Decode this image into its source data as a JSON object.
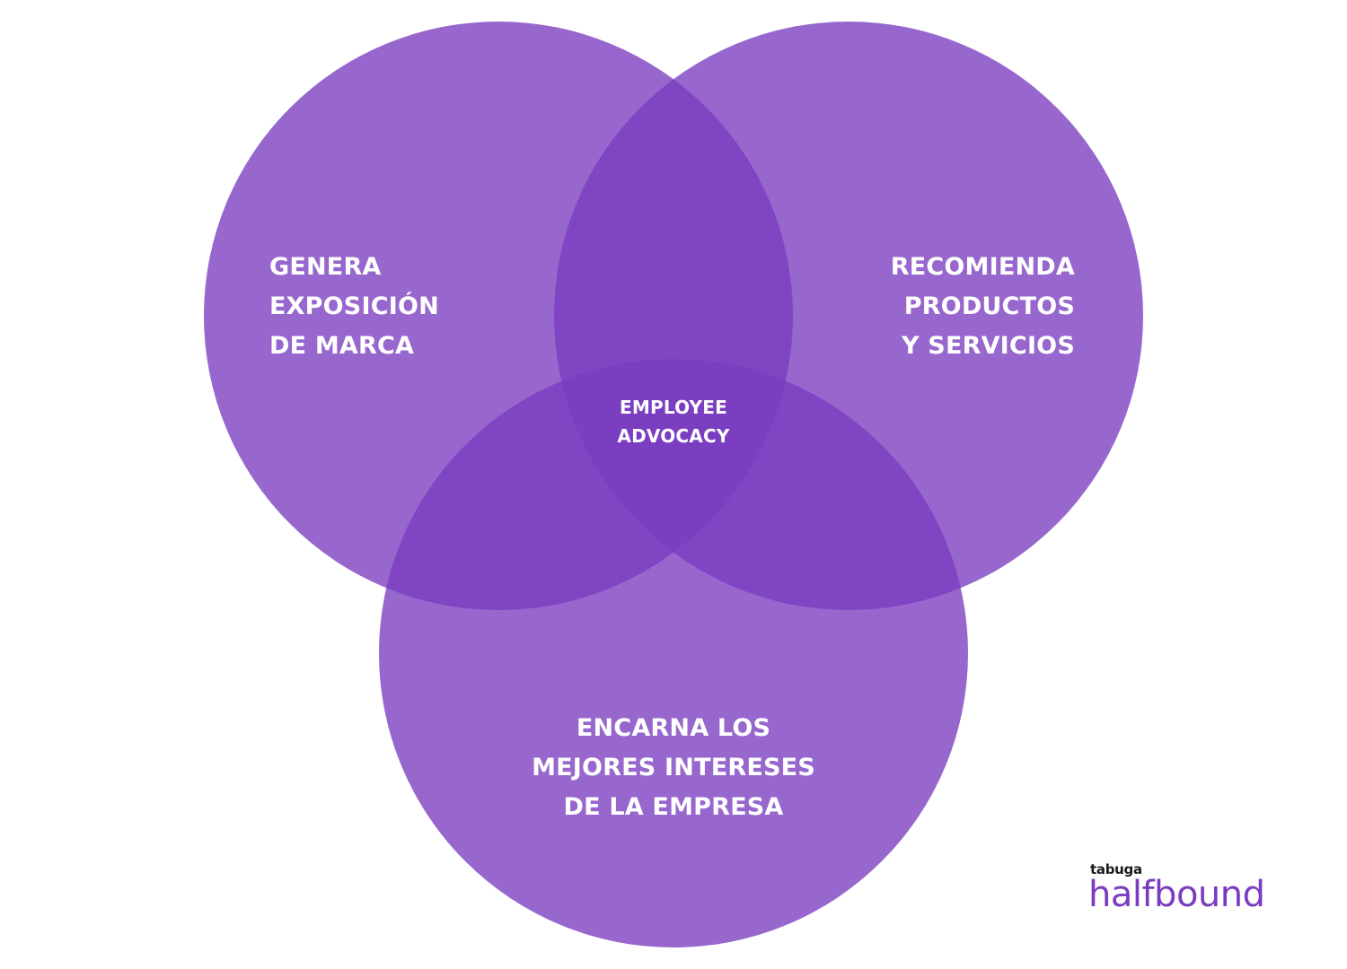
{
  "diagram": {
    "type": "venn",
    "circle_color": "#7a3cc0",
    "overlap_color": "#5a2a95",
    "circles": [
      {
        "id": "left",
        "lines": [
          "GENERA",
          "EXPOSICIÓN",
          "DE MARCA"
        ]
      },
      {
        "id": "right",
        "lines": [
          "RECOMIENDA",
          "PRODUCTOS",
          "Y SERVICIOS"
        ]
      },
      {
        "id": "bottom",
        "lines": [
          "ENCARNA LOS",
          "MEJORES INTERESES",
          "DE LA EMPRESA"
        ]
      }
    ],
    "center": {
      "lines": [
        "EMPLOYEE",
        "ADVOCACY"
      ]
    }
  },
  "logo": {
    "small": "tabuga",
    "big": "halfbound",
    "color": "#7a3cc0"
  }
}
